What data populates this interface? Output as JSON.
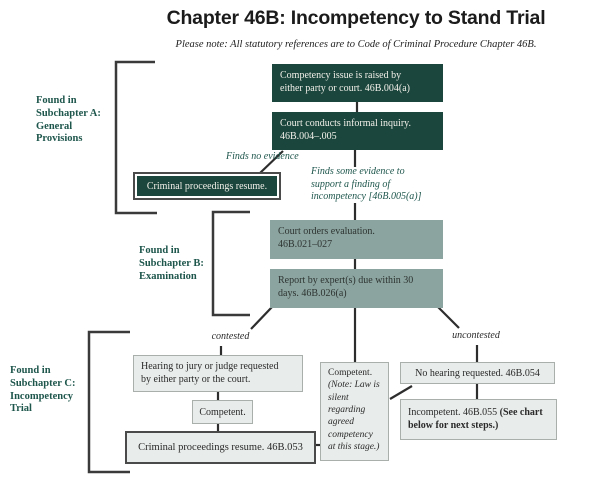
{
  "title": "Chapter 46B: Incompetency to Stand Trial",
  "subtitle": "Please note: All statutory references are to Code of Criminal Procedure Chapter 46B.",
  "colors": {
    "dark_green": "#1b463d",
    "sage": "#8ba49f",
    "light_box": "#e8ecea",
    "label_teal": "#1e564c",
    "line": "#2d2d2d"
  },
  "subchapter_labels": {
    "a": "Found in\nSubchapter A:\nGeneral\nProvisions",
    "b": "Found in\nSubchapter B:\nExamination",
    "c": "Found in\nSubchapter C:\nIncompetency\nTrial"
  },
  "flow_labels": {
    "finds_no_evidence": "Finds no evidence",
    "finds_some_evidence": "Finds some evidence to\nsupport a finding of\nincompetency [46B.005(a)]",
    "contested": "contested",
    "uncontested": "uncontested"
  },
  "boxes": {
    "competency_raised": "Competency issue is raised by\neither party or court. 46B.004(a)",
    "informal_inquiry": "Court conducts informal inquiry.\n46B.004–.005",
    "criminal_resume_1": "Criminal proceedings resume.",
    "court_orders_evaluation": "Court orders evaluation.\n46B.021–027",
    "report_by_experts": "Report by expert(s) due within 30\ndays. 46B.026(a)",
    "hearing_requested": "Hearing to jury or judge requested\nby either party or the court.",
    "competent": "Competent.",
    "criminal_resume_2": "Criminal proceedings resume. 46B.053",
    "competent_note_main": "Competent. ",
    "competent_note_italic": "(Note: Law is silent regarding agreed competency at this stage.)",
    "no_hearing": "No hearing requested. 46B.054",
    "incompetent_main": "Incompetent. 46B.055 ",
    "incompetent_bold": "(See chart below for next steps.)"
  }
}
